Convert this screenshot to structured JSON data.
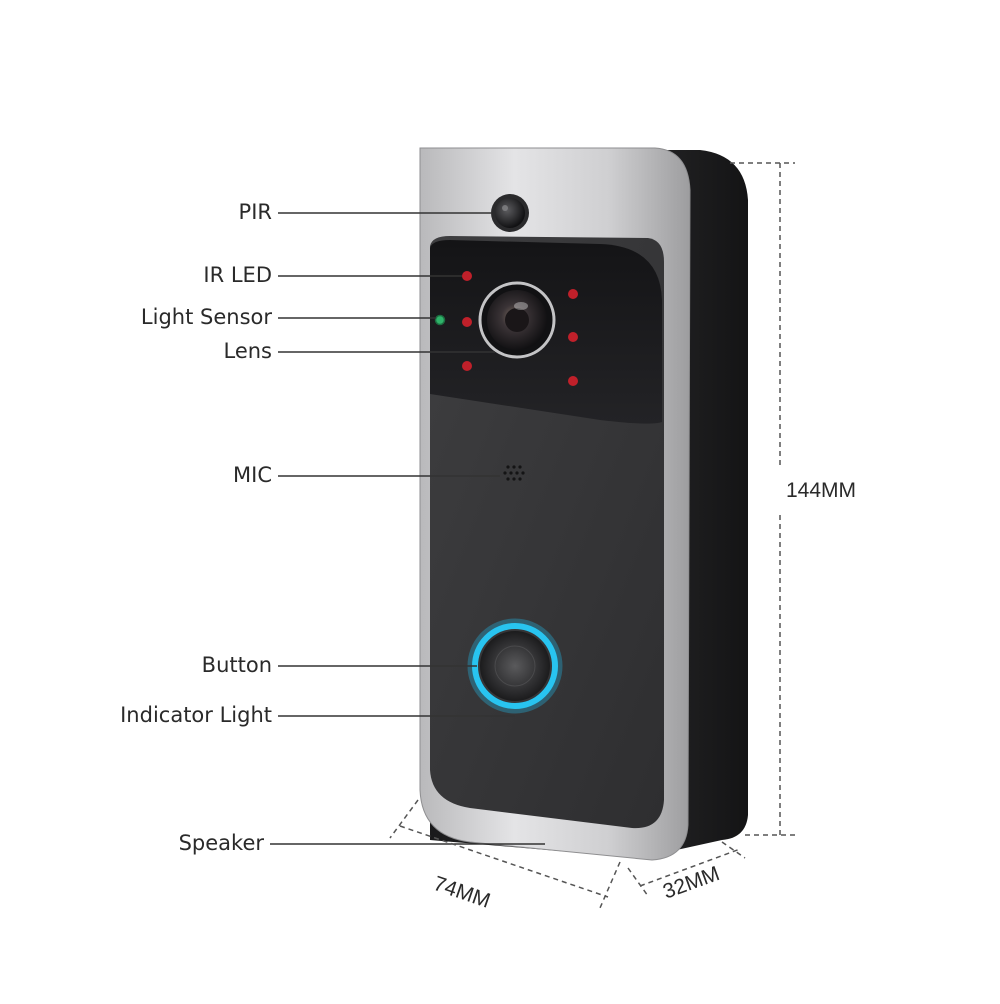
{
  "callouts": {
    "pir": "PIR",
    "ir_led": "IR LED",
    "light_sensor": "Light Sensor",
    "lens": "Lens",
    "mic": "MIC",
    "button": "Button",
    "indicator_light": "Indicator Light",
    "speaker": "Speaker"
  },
  "dimensions": {
    "height": "144MM",
    "width": "74MM",
    "depth": "32MM"
  },
  "colors": {
    "silver_frame": "#c9c9cb",
    "black_body": "#2b2b2d",
    "face_panel": "#3a3a3c",
    "ir_led": "#c0202a",
    "light_sensor": "#2fb36a",
    "indicator_ring": "#22b8e6"
  },
  "icons": {
    "pir": "pir-sensor-icon",
    "lens": "camera-lens-icon",
    "button": "doorbell-button-icon"
  }
}
